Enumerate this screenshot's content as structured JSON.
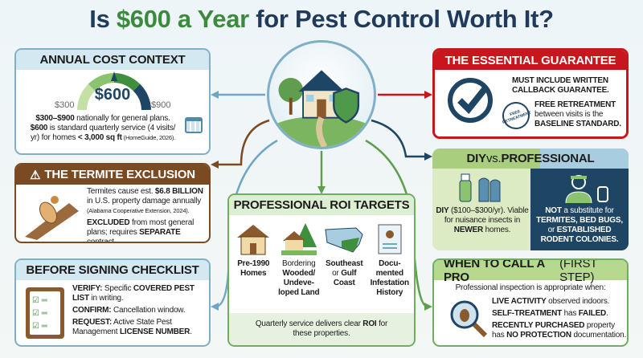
{
  "title": {
    "before": "Is ",
    "highlight": "$600 a Year",
    "after": " for Pest Control Worth It?"
  },
  "colors": {
    "blue": "#6ea7c4",
    "brown": "#7a4a23",
    "red": "#c8161d",
    "green": "#5e9e4e",
    "navy": "#1f4564"
  },
  "annual": {
    "header": "ANNUAL COST CONTEXT",
    "gauge_value": "$600",
    "gauge_min": "$300",
    "gauge_max": "$900",
    "gauge_level": 0.5,
    "lines": [
      [
        {
          "t": "$300–$900",
          "b": 1
        },
        {
          "t": " nationally for general plans."
        }
      ],
      [
        {
          "t": "$600",
          "b": 1
        },
        {
          "t": " is standard quarterly service (4 visits/"
        }
      ],
      [
        {
          "t": "yr) for homes "
        },
        {
          "t": "< 3,000 sq ft",
          "b": 1
        },
        {
          "t": " (HomeGuide, 2026).",
          "s": 1
        }
      ]
    ],
    "icon": "calendar-icon"
  },
  "termite": {
    "header": "THE TERMITE EXCLUSION",
    "icon": "warning-icon",
    "p1": [
      {
        "t": "Termites cause est. "
      },
      {
        "t": "$6.8 BILLION",
        "b": 1
      },
      {
        "t": " in U.S. property damage annually "
      },
      {
        "t": "(Alabama Cooperative Extension, 2024).",
        "s": 1
      }
    ],
    "p2": [
      {
        "t": "EXCLUDED",
        "b": 1
      },
      {
        "t": " from most general plans; requires "
      },
      {
        "t": "SEPARATE",
        "b": 1
      },
      {
        "t": " contract."
      }
    ]
  },
  "checklist": {
    "header": "BEFORE SIGNING CHECKLIST",
    "icon": "clipboard-icon",
    "items": [
      [
        {
          "t": "VERIFY:",
          "b": 1
        },
        {
          "t": " Specific "
        },
        {
          "t": "COVERED PEST LIST",
          "b": 1
        },
        {
          "t": " in writing."
        }
      ],
      [
        {
          "t": "CONFIRM:",
          "b": 1
        },
        {
          "t": " Cancellation window."
        }
      ],
      [
        {
          "t": "REQUEST:",
          "b": 1
        },
        {
          "t": " Active State Pest Management "
        },
        {
          "t": "LICENSE NUMBER",
          "b": 1
        },
        {
          "t": "."
        }
      ]
    ]
  },
  "roi": {
    "header": "PROFESSIONAL ROI TARGETS",
    "items": [
      {
        "icon": "old-house-icon",
        "label": [
          {
            "t": "Pre-1990 Homes",
            "b": 1
          }
        ]
      },
      {
        "icon": "wooded-house-icon",
        "label": [
          {
            "t": "Bordering "
          },
          {
            "t": "Wooded/ Undeve-loped Land",
            "b": 1
          }
        ]
      },
      {
        "icon": "us-map-icon",
        "label": [
          {
            "t": "Southeast",
            "b": 1
          },
          {
            "t": " or "
          },
          {
            "t": "Gulf Coast",
            "b": 1
          }
        ]
      },
      {
        "icon": "infestation-document-icon",
        "label": [
          {
            "t": "Docu-mented Infestation History",
            "b": 1
          }
        ]
      }
    ],
    "footer": [
      {
        "t": "Quarterly service delivers clear "
      },
      {
        "t": "ROI",
        "b": 1
      },
      {
        "t": " for these properties."
      }
    ]
  },
  "guarantee": {
    "header": "THE ESSENTIAL GUARANTEE",
    "icon": "checkmark-circle-icon",
    "stamp": "FREE RETREATMENT",
    "p1": [
      {
        "t": "MUST INCLUDE WRITTEN CALLBACK GUARANTEE.",
        "b": 1
      }
    ],
    "p2": [
      {
        "t": "FREE RETREATMENT",
        "b": 1
      },
      {
        "t": " between visits is the "
      },
      {
        "t": "BASELINE STANDARD.",
        "b": 1
      }
    ]
  },
  "diy": {
    "header_a": "DIY ",
    "header_b": "vs. ",
    "header_c": "PROFESSIONAL",
    "left": [
      {
        "t": "DIY",
        "b": 1
      },
      {
        "t": " ($100–$300/yr). Viable for nuisance insects in "
      },
      {
        "t": "NEWER",
        "b": 1
      },
      {
        "t": " homes."
      }
    ],
    "right": [
      {
        "t": "NOT",
        "b": 1
      },
      {
        "t": " a substitute for "
      },
      {
        "t": "TERMITES, BED BUGS,",
        "b": 1
      },
      {
        "t": " or "
      },
      {
        "t": "ESTABLISHED RODENT COLONIES.",
        "b": 1
      }
    ]
  },
  "pro": {
    "header_a": "WHEN TO CALL A PRO",
    "header_b": " (FIRST STEP)",
    "intro": "Professional inspection is appropriate when:",
    "icon": "magnifier-bug-icon",
    "items": [
      [
        {
          "t": "LIVE ACTIVITY",
          "b": 1
        },
        {
          "t": " observed indoors."
        }
      ],
      [
        {
          "t": "SELF-TREATMENT",
          "b": 1
        },
        {
          "t": " has "
        },
        {
          "t": "FAILED",
          "b": 1
        },
        {
          "t": "."
        }
      ],
      [
        {
          "t": "RECENTLY PURCHASED",
          "b": 1
        },
        {
          "t": " property has "
        },
        {
          "t": "NO PROTECTION",
          "b": 1
        },
        {
          "t": " documentation."
        }
      ]
    ]
  }
}
